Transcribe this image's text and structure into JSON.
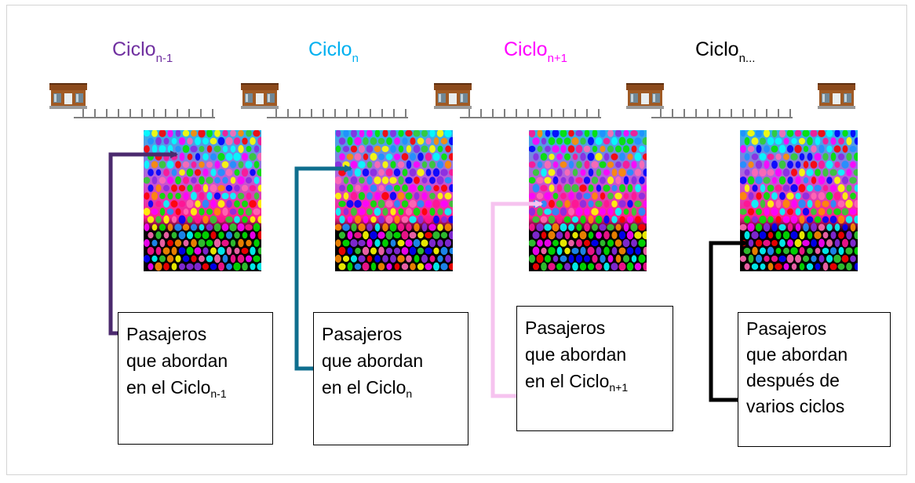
{
  "cycles": [
    {
      "base": "Ciclo",
      "sub": "n-1",
      "color": "#7030a0"
    },
    {
      "base": "Ciclo",
      "sub": "n",
      "color": "#00b0f0"
    },
    {
      "base": "Ciclo",
      "sub": "n+1",
      "color": "#ff00ff"
    },
    {
      "base": "Ciclo",
      "sub": "n...",
      "color": "#000000"
    }
  ],
  "boxes": [
    {
      "l1": "Pasajeros",
      "l2": "que abordan",
      "l3_base": "en el Ciclo",
      "l3_sub": "n-1",
      "arrow_color": "#4b2a6e"
    },
    {
      "l1": "Pasajeros",
      "l2": "que abordan",
      "l3_base": "en el Ciclo",
      "l3_sub": "n",
      "arrow_color": "#0f6e8e"
    },
    {
      "l1": "Pasajeros",
      "l2": "que abordan",
      "l3_base": "en el Ciclo",
      "l3_sub": "n+1",
      "arrow_color": "#f6c3ef"
    },
    {
      "l1": "Pasajeros",
      "l2": "que abordan",
      "l3": "después de",
      "l4": "varios ciclos",
      "arrow_color": "#000000"
    }
  ],
  "icons": {
    "station": "train-station-icon",
    "track": "railway-track-icon",
    "crowd": "passenger-crowd-mosaic"
  },
  "colors": {
    "station_roof": "#8b4a1c",
    "station_wall": "#a05a24",
    "track": "#7f7f7f",
    "mosaic_top": "#27b7ea",
    "mosaic_bottom": "#000000"
  }
}
